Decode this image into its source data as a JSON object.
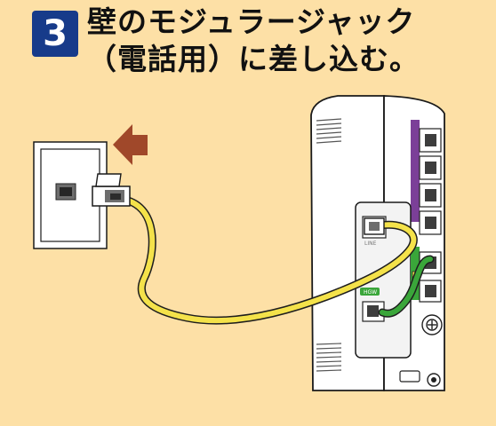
{
  "step": {
    "number": "3",
    "title_line1": "壁のモジュラージャック",
    "title_line2": "（電話用）に差し込む。"
  },
  "colors": {
    "background": "#fde0a6",
    "badge": "#173b8a",
    "arrow": "#a0482a",
    "cable_yellow": "#f4e24a",
    "cable_green": "#3aa63a",
    "port_purple": "#7b3f98"
  },
  "illustration": {
    "router_labels": {
      "line_port": "LINE",
      "hgw_label": "HGW"
    }
  }
}
